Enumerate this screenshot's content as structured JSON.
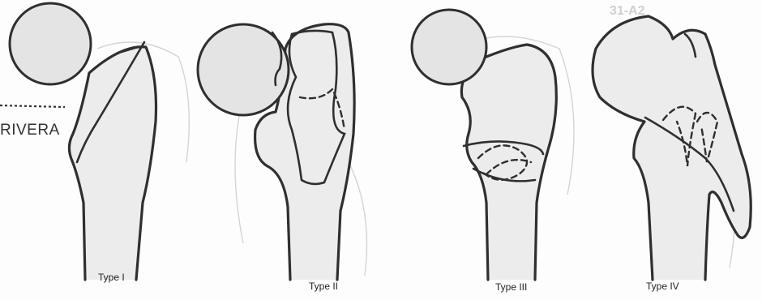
{
  "figure": {
    "side_label": "RIVERA",
    "background_text": "31-A2",
    "panels": [
      {
        "label": "Type I"
      },
      {
        "label": "Type II"
      },
      {
        "label": "Type III"
      },
      {
        "label": "Type IV"
      }
    ]
  }
}
